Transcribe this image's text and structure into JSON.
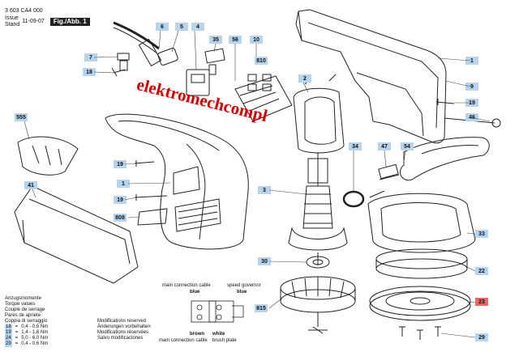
{
  "header": {
    "part_number": "3 603 CA4 000",
    "issue_label": "Issue",
    "stand_label": "Stand",
    "date": "11-09-07",
    "figure": "Fig./Abb. 1"
  },
  "watermark": "elektromechcompl",
  "callouts": {
    "c1a": "1",
    "c1b": "1",
    "c2": "2",
    "c3": "3",
    "c4": "4",
    "c5": "5",
    "c6": "6",
    "c7": "7",
    "c9": "9",
    "c10": "10",
    "c18": "18",
    "c19a": "19",
    "c19b": "19",
    "c19c": "19",
    "c22": "22",
    "c23": "23",
    "c29": "29",
    "c30": "30",
    "c33": "33",
    "c34": "34",
    "c35": "35",
    "c41": "41",
    "c46": "46",
    "c47": "47",
    "c54": "54",
    "c56": "56",
    "c555": "555",
    "c808": "808",
    "c810": "810",
    "c815": "815"
  },
  "torque": {
    "lines": [
      "Anzugsmomente",
      "Torque values",
      "Couple de serrage",
      "Pares de apriete",
      "Coppia di serraggio"
    ],
    "values": [
      {
        "ref": "18",
        "val": "0,4 - 0,6 Nm"
      },
      {
        "ref": "19",
        "val": "1,4 - 1,6 Nm"
      },
      {
        "ref": "24",
        "val": "5,0 - 6,0 Nm"
      },
      {
        "ref": "29",
        "val": "0,4 - 0,6 Nm"
      }
    ],
    "eq": "="
  },
  "modifications": [
    "Modifications reserved",
    "Änderungen vorbehalten",
    "Modifications réservées",
    "Salvo modificaciones"
  ],
  "wiring": {
    "main_cable_top": "main connection cable",
    "blue_top": "blue",
    "speed_governor": "speed governor",
    "blue_right": "blue",
    "brown": "brown",
    "white": "white",
    "main_cable_bottom": "main connection cable",
    "brush_plate": "brush plate"
  }
}
